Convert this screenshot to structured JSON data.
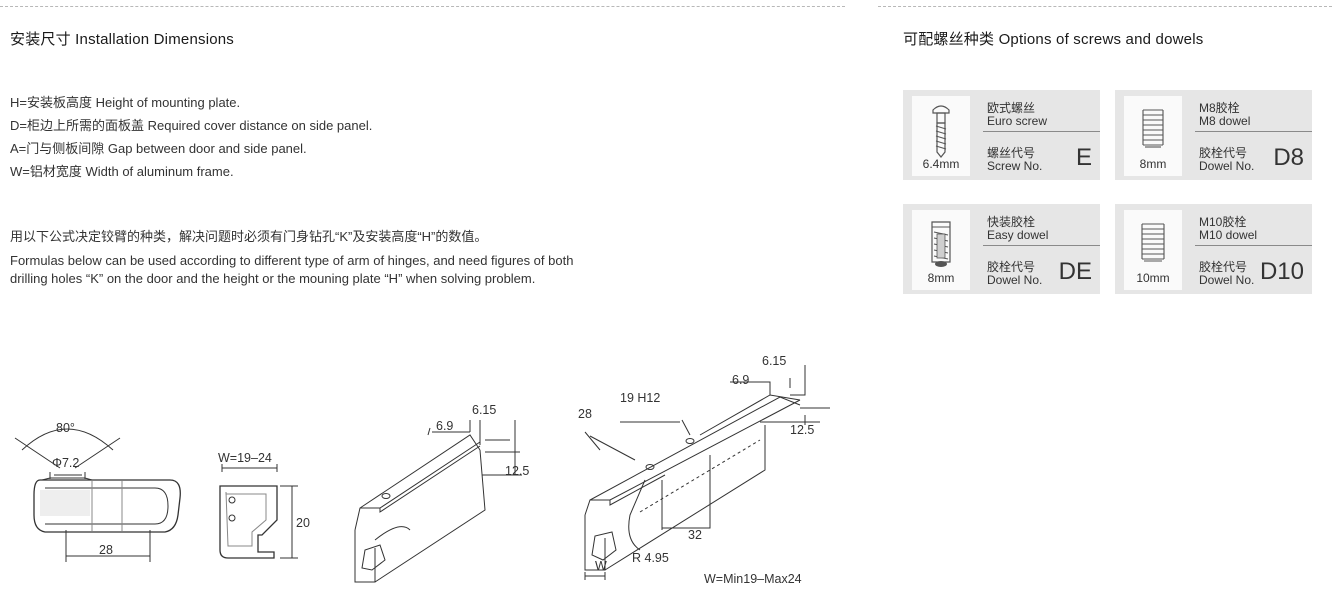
{
  "installation": {
    "title": "安装尺寸 Installation Dimensions",
    "definitions": [
      "H=安装板高度  Height of mounting plate.",
      "D=柜边上所需的面板盖  Required cover distance on side panel.",
      "A=门与侧板间隙  Gap between door and side panel.",
      "W=铝材宽度  Width of aluminum frame."
    ],
    "note_cn": "用以下公式决定铰臂的种类，解决问题时必须有门身钻孔“K”及安装高度“H”的数值。",
    "note_en_line1": "Formulas below can be used according to different type of arm of hinges, and need figures of both",
    "note_en_line2": "drilling holes “K” on the door and the height or the mouning plate “H” when solving problem."
  },
  "drawing_labels": {
    "angle": "80°",
    "hole": "Φ7.2",
    "cup_width": "28",
    "frame_width": "W=19–24",
    "frame_height": "20",
    "p1_w1": "6.9",
    "p1_w2": "6.15",
    "p1_h": "12.5",
    "p2_len": "28",
    "p2_tol": "19 H12",
    "p2_w1": "6.9",
    "p2_w2": "6.15",
    "p2_h": "12.5",
    "p2_depth": "32",
    "p2_radius": "R 4.95",
    "p2_w": "W",
    "p2_range": "W=Min19–Max24"
  },
  "options": {
    "title": "可配螺丝种类  Options of screws and dowels",
    "cards": [
      {
        "icon": "screw-icon",
        "size": "6.4mm",
        "name_cn": "欧式螺丝",
        "name_en": "Euro screw",
        "code_cn": "螺丝代号",
        "code_en": "Screw No.",
        "code": "E"
      },
      {
        "icon": "dowel-icon",
        "size": "8mm",
        "name_cn": "M8胶栓",
        "name_en": "M8 dowel",
        "code_cn": "胶栓代号",
        "code_en": "Dowel No.",
        "code": "D8"
      },
      {
        "icon": "easy-dowel-icon",
        "size": "8mm",
        "name_cn": "快装胶栓",
        "name_en": "Easy dowel",
        "code_cn": "胶栓代号",
        "code_en": "Dowel No.",
        "code": "DE"
      },
      {
        "icon": "dowel-icon",
        "size": "10mm",
        "name_cn": "M10胶栓",
        "name_en": "M10 dowel",
        "code_cn": "胶栓代号",
        "code_en": "Dowel No.",
        "code": "D10"
      }
    ]
  }
}
